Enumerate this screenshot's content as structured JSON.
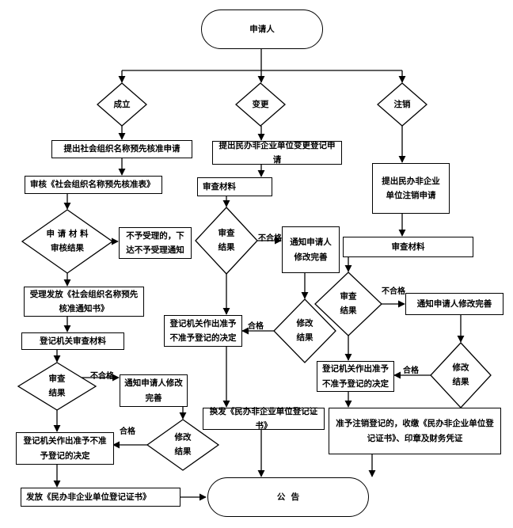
{
  "nodes": {
    "applicant": "申请人",
    "establish": "成立",
    "change": "变更",
    "cancel": "注销",
    "apply_name_precheck": "提出社会组织名称预先核准申请",
    "apply_change": "提出民办非企业单位变更登记申请",
    "apply_cancel": "提出民办非企业\n单位注销申请",
    "review_name_form": "审核《社会组织名称预先核准表》",
    "review_materials_change": "审查材料",
    "review_materials_cancel": "审查材料",
    "application_result": "申 请 材 料\n审核结果",
    "not_accepted": "不予受理的，下\n达不予受理通知",
    "issue_name_notice": "受理发放《社会组织名称预先\n核准通知书》",
    "registry_review": "登记机关审查材料",
    "review_result_1": "审查\n结果",
    "notify_applicant_1": "通知申请人修改\n完善",
    "modify_result_1": "修改\n结果",
    "decision_1": "登记机关作出准予不准\n予登记的决定",
    "issue_certificate": "发放《民办非企业单位登记证书》",
    "review_result_2": "审查\n结果",
    "notify_applicant_2": "通知申请人\n修改完善",
    "modify_result_2": "修改\n结果",
    "decision_2": "登记机关作出准予\n不准予登记的决定",
    "exchange_certificate": "换发《民办非企业单位登记证书》",
    "review_result_3": "审查\n结果",
    "notify_applicant_3": "通知申请人修改完善",
    "modify_result_3": "修改\n结果",
    "decision_3": "登记机关作出准予\n不准予登记的决定",
    "cancel_collect": "准予注销登记的，收缴《民办非企业单位登\n记证书》、印章及财务凭证",
    "announce": "公  告"
  },
  "edge_labels": {
    "fail_1": "不合格",
    "pass_1": "合格",
    "fail_2": "不合格",
    "pass_2": "合格",
    "fail_3": "不合格",
    "pass_3": "合格"
  }
}
